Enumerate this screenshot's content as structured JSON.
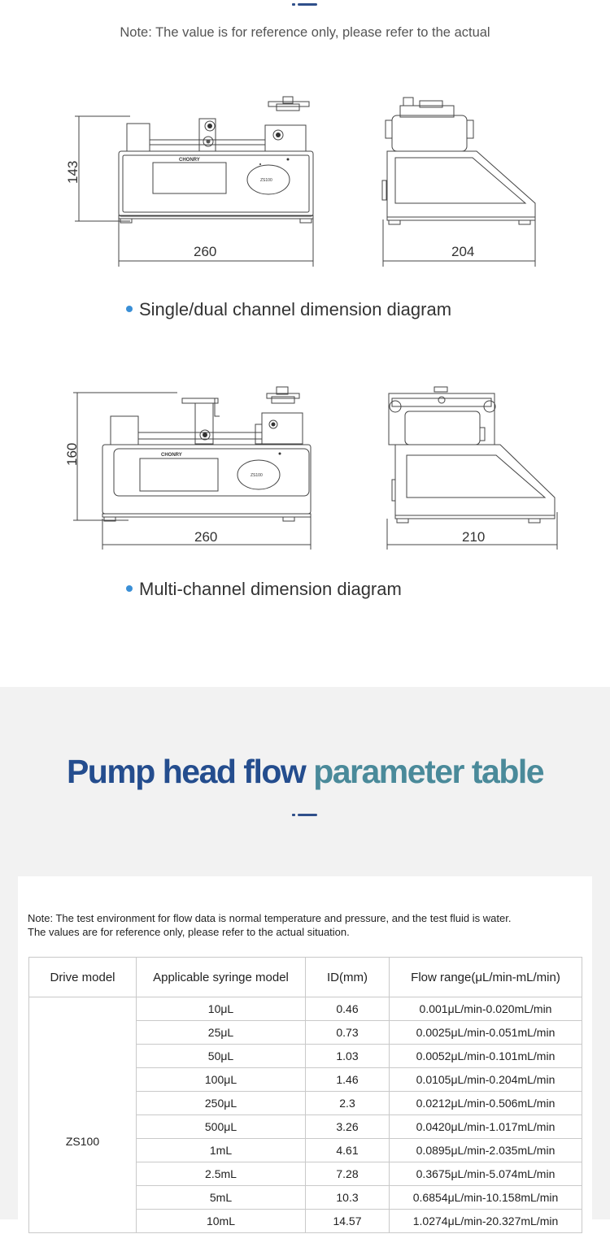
{
  "top_note": "Note: The value is for reference only, please refer to the actual",
  "diagram1": {
    "height_label": "143",
    "width_label": "260",
    "depth_label": "204",
    "brand_text": "CHONRY",
    "model_text": "ZS100",
    "caption": "Single/dual channel dimension diagram"
  },
  "diagram2": {
    "height_label": "160",
    "width_label": "260",
    "depth_label": "210",
    "brand_text": "CHONRY",
    "model_text": "ZS100",
    "caption": "Multi-channel dimension diagram"
  },
  "section": {
    "title_part1": "Pump head flow",
    "title_part2": "parameter table"
  },
  "table_note": {
    "line1": "Note: The test environment for flow data is normal temperature and pressure, and the test fluid is water.",
    "line2": "The values are for reference only, please refer to the actual situation."
  },
  "table": {
    "headers": [
      "Drive model",
      "Applicable syringe model",
      "ID(mm)",
      "Flow range(μL/min-mL/min)"
    ],
    "drive_model": "ZS100",
    "rows": [
      {
        "syringe": "10μL",
        "id": "0.46",
        "flow": "0.001μL/min-0.020mL/min"
      },
      {
        "syringe": "25μL",
        "id": "0.73",
        "flow": "0.0025μL/min-0.051mL/min"
      },
      {
        "syringe": "50μL",
        "id": "1.03",
        "flow": "0.0052μL/min-0.101mL/min"
      },
      {
        "syringe": "100μL",
        "id": "1.46",
        "flow": "0.0105μL/min-0.204mL/min"
      },
      {
        "syringe": "250μL",
        "id": "2.3",
        "flow": "0.0212μL/min-0.506mL/min"
      },
      {
        "syringe": "500μL",
        "id": "3.26",
        "flow": "0.0420μL/min-1.017mL/min"
      },
      {
        "syringe": "1mL",
        "id": "4.61",
        "flow": "0.0895μL/min-2.035mL/min"
      },
      {
        "syringe": "2.5mL",
        "id": "7.28",
        "flow": "0.3675μL/min-5.074mL/min"
      },
      {
        "syringe": "5mL",
        "id": "10.3",
        "flow": "0.6854μL/min-10.158mL/min"
      },
      {
        "syringe": "10mL",
        "id": "14.57",
        "flow": "1.0274μL/min-20.327mL/min"
      }
    ]
  }
}
